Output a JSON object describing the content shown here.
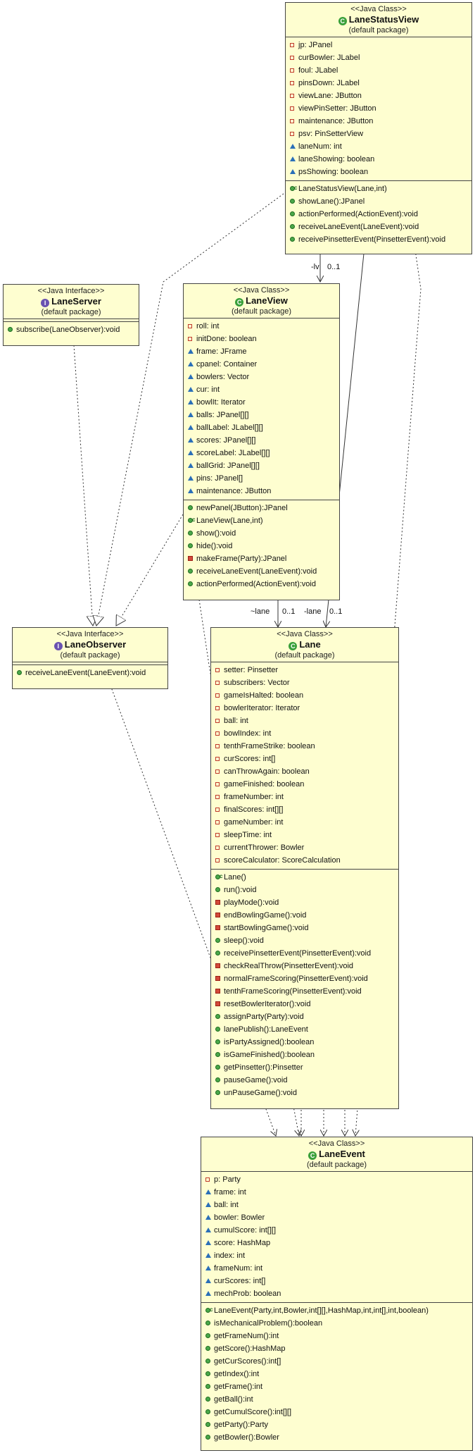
{
  "classes": {
    "lanestatusview": {
      "stereotype": "<<Java Class>>",
      "name": "LaneStatusView",
      "package": "(default package)",
      "fields": [
        {
          "vis": "private",
          "text": "jp: JPanel"
        },
        {
          "vis": "private",
          "text": "curBowler: JLabel"
        },
        {
          "vis": "private",
          "text": "foul: JLabel"
        },
        {
          "vis": "private",
          "text": "pinsDown: JLabel"
        },
        {
          "vis": "private",
          "text": "viewLane: JButton"
        },
        {
          "vis": "private",
          "text": "viewPinSetter: JButton"
        },
        {
          "vis": "private",
          "text": "maintenance: JButton"
        },
        {
          "vis": "private",
          "text": "psv: PinSetterView"
        },
        {
          "vis": "package",
          "text": "laneNum: int"
        },
        {
          "vis": "package",
          "text": "laneShowing: boolean"
        },
        {
          "vis": "package",
          "text": "psShowing: boolean"
        }
      ],
      "methods": [
        {
          "vis": "ctor",
          "text": "LaneStatusView(Lane,int)"
        },
        {
          "vis": "public",
          "text": "showLane():JPanel"
        },
        {
          "vis": "public",
          "text": "actionPerformed(ActionEvent):void"
        },
        {
          "vis": "public",
          "text": "receiveLaneEvent(LaneEvent):void"
        },
        {
          "vis": "public",
          "text": "receivePinsetterEvent(PinsetterEvent):void"
        }
      ]
    },
    "laneserver": {
      "stereotype": "<<Java Interface>>",
      "name": "LaneServer",
      "package": "(default package)",
      "fields": [],
      "methods": [
        {
          "vis": "public",
          "text": "subscribe(LaneObserver):void"
        }
      ]
    },
    "laneview": {
      "stereotype": "<<Java Class>>",
      "name": "LaneView",
      "package": "(default package)",
      "fields": [
        {
          "vis": "private",
          "text": "roll: int"
        },
        {
          "vis": "private",
          "text": "initDone: boolean"
        },
        {
          "vis": "package",
          "text": "frame: JFrame"
        },
        {
          "vis": "package",
          "text": "cpanel: Container"
        },
        {
          "vis": "package",
          "text": "bowlers: Vector"
        },
        {
          "vis": "package",
          "text": "cur: int"
        },
        {
          "vis": "package",
          "text": "bowlIt: Iterator"
        },
        {
          "vis": "package",
          "text": "balls: JPanel[][]"
        },
        {
          "vis": "package",
          "text": "ballLabel: JLabel[][]"
        },
        {
          "vis": "package",
          "text": "scores: JPanel[][]"
        },
        {
          "vis": "package",
          "text": "scoreLabel: JLabel[][]"
        },
        {
          "vis": "package",
          "text": "ballGrid: JPanel[][]"
        },
        {
          "vis": "package",
          "text": "pins: JPanel[]"
        },
        {
          "vis": "package",
          "text": "maintenance: JButton"
        }
      ],
      "methods": [
        {
          "vis": "public",
          "text": "newPanel(JButton):JPanel"
        },
        {
          "vis": "ctor",
          "text": "LaneView(Lane,int)"
        },
        {
          "vis": "public",
          "text": "show():void"
        },
        {
          "vis": "public",
          "text": "hide():void"
        },
        {
          "vis": "privm",
          "text": "makeFrame(Party):JPanel"
        },
        {
          "vis": "public",
          "text": "receiveLaneEvent(LaneEvent):void"
        },
        {
          "vis": "public",
          "text": "actionPerformed(ActionEvent):void"
        }
      ]
    },
    "laneobserver": {
      "stereotype": "<<Java Interface>>",
      "name": "LaneObserver",
      "package": "(default package)",
      "fields": [],
      "methods": [
        {
          "vis": "public",
          "text": "receiveLaneEvent(LaneEvent):void"
        }
      ]
    },
    "lane": {
      "stereotype": "<<Java Class>>",
      "name": "Lane",
      "package": "(default package)",
      "fields": [
        {
          "vis": "private",
          "text": "setter: Pinsetter"
        },
        {
          "vis": "private",
          "text": "subscribers: Vector"
        },
        {
          "vis": "private",
          "text": "gameIsHalted: boolean"
        },
        {
          "vis": "private",
          "text": "bowlerIterator: Iterator"
        },
        {
          "vis": "private",
          "text": "ball: int"
        },
        {
          "vis": "private",
          "text": "bowlIndex: int"
        },
        {
          "vis": "private",
          "text": "tenthFrameStrike: boolean"
        },
        {
          "vis": "private",
          "text": "curScores: int[]"
        },
        {
          "vis": "private",
          "text": "canThrowAgain: boolean"
        },
        {
          "vis": "private",
          "text": "gameFinished: boolean"
        },
        {
          "vis": "private",
          "text": "frameNumber: int"
        },
        {
          "vis": "private",
          "text": "finalScores: int[][]"
        },
        {
          "vis": "private",
          "text": "gameNumber: int"
        },
        {
          "vis": "private",
          "text": "sleepTime: int"
        },
        {
          "vis": "private",
          "text": "currentThrower: Bowler"
        },
        {
          "vis": "private",
          "text": "scoreCalculator: ScoreCalculation"
        }
      ],
      "methods": [
        {
          "vis": "ctor",
          "text": "Lane()"
        },
        {
          "vis": "public",
          "text": "run():void"
        },
        {
          "vis": "privm",
          "text": "playMode():void"
        },
        {
          "vis": "privm",
          "text": "endBowlingGame():void"
        },
        {
          "vis": "privm",
          "text": "startBowlingGame():void"
        },
        {
          "vis": "public",
          "text": "sleep():void"
        },
        {
          "vis": "public",
          "text": "receivePinsetterEvent(PinsetterEvent):void"
        },
        {
          "vis": "privm",
          "text": "checkRealThrow(PinsetterEvent):void"
        },
        {
          "vis": "privm",
          "text": "normalFrameScoring(PinsetterEvent):void"
        },
        {
          "vis": "privm",
          "text": "tenthFrameScoring(PinsetterEvent):void"
        },
        {
          "vis": "privm",
          "text": "resetBowlerIterator():void"
        },
        {
          "vis": "public",
          "text": "assignParty(Party):void"
        },
        {
          "vis": "public",
          "text": "lanePublish():LaneEvent"
        },
        {
          "vis": "public",
          "text": "isPartyAssigned():boolean"
        },
        {
          "vis": "public",
          "text": "isGameFinished():boolean"
        },
        {
          "vis": "public",
          "text": "getPinsetter():Pinsetter"
        },
        {
          "vis": "public",
          "text": "pauseGame():void"
        },
        {
          "vis": "public",
          "text": "unPauseGame():void"
        }
      ]
    },
    "laneevent": {
      "stereotype": "<<Java Class>>",
      "name": "LaneEvent",
      "package": "(default package)",
      "fields": [
        {
          "vis": "private",
          "text": "p: Party"
        },
        {
          "vis": "package",
          "text": "frame: int"
        },
        {
          "vis": "package",
          "text": "ball: int"
        },
        {
          "vis": "package",
          "text": "bowler: Bowler"
        },
        {
          "vis": "package",
          "text": "cumulScore: int[][]"
        },
        {
          "vis": "package",
          "text": "score: HashMap"
        },
        {
          "vis": "package",
          "text": "index: int"
        },
        {
          "vis": "package",
          "text": "frameNum: int"
        },
        {
          "vis": "package",
          "text": "curScores: int[]"
        },
        {
          "vis": "package",
          "text": "mechProb: boolean"
        }
      ],
      "methods": [
        {
          "vis": "ctor",
          "text": "LaneEvent(Party,int,Bowler,int[][],HashMap,int,int[],int,boolean)"
        },
        {
          "vis": "public",
          "text": "isMechanicalProblem():boolean"
        },
        {
          "vis": "public",
          "text": "getFrameNum():int"
        },
        {
          "vis": "public",
          "text": "getScore():HashMap"
        },
        {
          "vis": "public",
          "text": "getCurScores():int[]"
        },
        {
          "vis": "public",
          "text": "getIndex():int"
        },
        {
          "vis": "public",
          "text": "getFrame():int"
        },
        {
          "vis": "public",
          "text": "getBall():int"
        },
        {
          "vis": "public",
          "text": "getCumulScore():int[][]"
        },
        {
          "vis": "public",
          "text": "getParty():Party"
        },
        {
          "vis": "public",
          "text": "getBowler():Bowler"
        }
      ]
    }
  },
  "labels": {
    "lsv_lv_role": "-lv",
    "lsv_lv_mult": "0..1",
    "lv_lane_role": "~lane",
    "lv_lane_mult": "0..1",
    "lsv_lane_role": "-lane",
    "lsv_lane_mult": "0..1"
  },
  "colors": {
    "box_fill": "#fefed0",
    "border": "#444444",
    "public": "#4aa84a",
    "private": "#c0392b",
    "package": "#2a6fb8"
  }
}
